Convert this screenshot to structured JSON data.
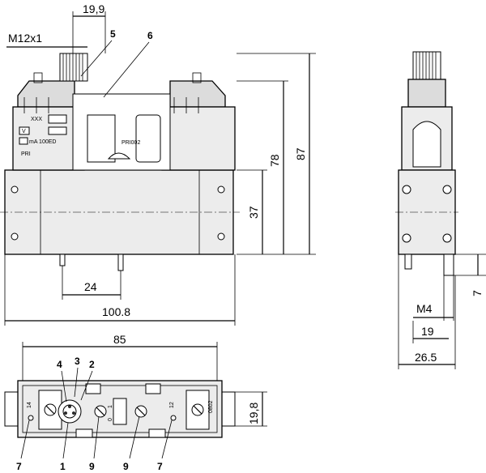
{
  "front_view": {
    "dim_thread": "M12x1",
    "dim_top_width": "19,9",
    "dim_height_total": "87",
    "dim_height_mid": "78",
    "dim_height_lower": "37",
    "dim_pin_spacing": "24",
    "dim_overall_width": "100.8",
    "callout_5": "5",
    "callout_6": "6",
    "label_xxx": "XXX",
    "label_v": "V",
    "label_ma": "mA 100ED",
    "label_pri": "PRI",
    "label_pri002": "PRI002"
  },
  "side_view": {
    "dim_thread": "M4",
    "dim_width_19": "19",
    "dim_width_265": "26.5",
    "dim_pin": "7"
  },
  "bottom_view": {
    "dim_width": "85",
    "dim_height": "19,8",
    "callout_4": "4",
    "callout_3": "3",
    "callout_2": "2",
    "callout_7_left": "7",
    "callout_1": "1",
    "callout_9_a": "9",
    "callout_9_b": "9",
    "callout_7_right": "7",
    "port_14": "14",
    "port_12": "12",
    "label_small": "0802",
    "port_1": "1",
    "port_0": "0"
  }
}
